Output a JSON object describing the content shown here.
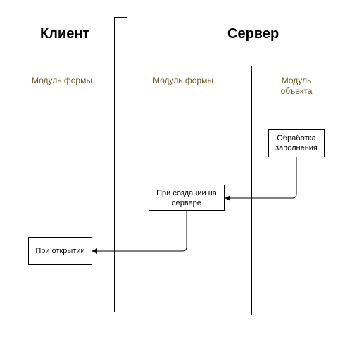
{
  "headings": {
    "client": "Клиент",
    "server": "Сервер"
  },
  "zones": {
    "client_form_module": "Модуль формы",
    "server_form_module": "Модуль формы",
    "server_object_module": "Модуль объекта"
  },
  "nodes": {
    "fill_processing": "Обработка заполнения",
    "on_create_at_server": "При создании на сервере",
    "on_open": "При открытии"
  },
  "edges": [
    {
      "from": "fill_processing",
      "to": "on_create_at_server"
    },
    {
      "from": "on_create_at_server",
      "to": "on_open"
    }
  ],
  "colors": {
    "zone_label": "#6b5a22",
    "lines": "#000000"
  }
}
